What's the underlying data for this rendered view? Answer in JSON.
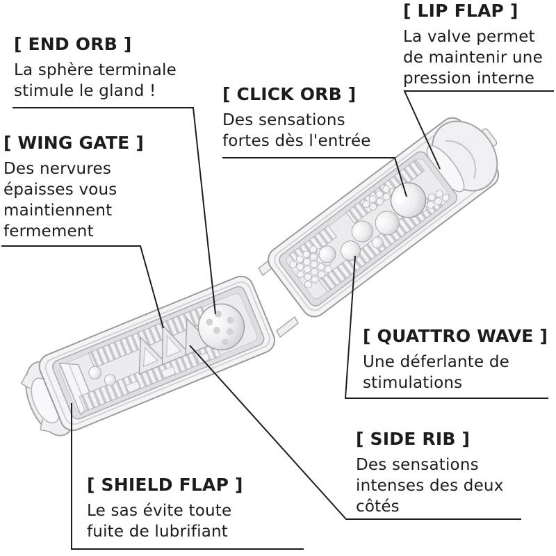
{
  "page": {
    "background": "#ffffff",
    "language": "fr"
  },
  "palette": {
    "callout_line": "#1c1c1c",
    "text": "#1c1c1c",
    "shell_fill": "#f4f4f6",
    "shell_stroke": "#9a9a9e",
    "cavity_fill": "#dfdfe2",
    "floor_fill": "#ebebee",
    "detail_fill": "#f3f3f5",
    "detail_stroke": "#b0b0b4",
    "orb_shadow": "#c6c6ca"
  },
  "callouts": [
    {
      "id": "end-orb",
      "title": "[ END ORB ]",
      "lines": [
        "La sphère terminale",
        "stimule le gland !"
      ]
    },
    {
      "id": "lip-flap",
      "title": "[ LIP FLAP ]",
      "lines": [
        "La valve permet",
        "de maintenir une",
        "pression interne"
      ]
    },
    {
      "id": "click-orb",
      "title": "[ CLICK ORB ]",
      "lines": [
        "Des sensations",
        "fortes dès l'entrée"
      ]
    },
    {
      "id": "wing-gate",
      "title": "[ WING GATE ]",
      "lines": [
        "Des nervures",
        "épaisses vous",
        "maintiennent",
        "fermement"
      ]
    },
    {
      "id": "quattro-wave",
      "title": "[ QUATTRO WAVE ]",
      "lines": [
        "Une déferlante de",
        "stimulations"
      ]
    },
    {
      "id": "side-rib",
      "title": "[ SIDE RIB ]",
      "lines": [
        "Des sensations",
        "intenses des deux",
        "côtés"
      ]
    },
    {
      "id": "shield-flap",
      "title": "[ SHIELD FLAP ]",
      "lines": [
        "Le sas évite toute",
        "fuite de lubrifiant"
      ]
    }
  ],
  "illustration": {
    "name": "opened-flip-case-with-internal-textures",
    "parts": [
      "left-case-half",
      "right-case-half",
      "hinge",
      "shield-flap-wall",
      "wing-gate-zigzag",
      "end-orb-ball",
      "side-ribs",
      "click-orb-sphere",
      "quattro-wave-orbs",
      "lip-flap-dome",
      "pearl-beads"
    ]
  }
}
